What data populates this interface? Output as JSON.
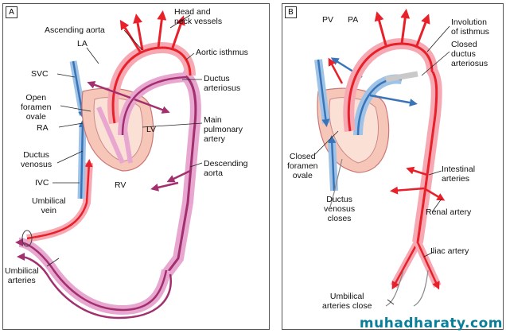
{
  "panel_a": {
    "letter": "A",
    "labels": {
      "head_neck": "Head and\nneck vessels",
      "ascending_aorta": "Ascending aorta",
      "la": "LA",
      "aortic_isthmus": "Aortic isthmus",
      "svc": "SVC",
      "ductus_arteriosus": "Ductus\narteriosus",
      "open_foramen_ovale": "Open\nforamen\novale",
      "main_pulmonary_artery": "Main\npulmonary\nartery",
      "ra": "RA",
      "lv": "LV",
      "ductus_venosus": "Ductus\nvenosus",
      "descending_aorta": "Descending\naorta",
      "ivc": "IVC",
      "rv": "RV",
      "umbilical_vein": "Umbilical\nvein",
      "umbilical_arteries": "Umbilical\narteries"
    }
  },
  "panel_b": {
    "letter": "B",
    "labels": {
      "pv": "PV",
      "pa": "PA",
      "involution_isthmus": "Involution\nof isthmus",
      "closed_ductus": "Closed\nductus\narteriosus",
      "closed_foramen": "Closed\nforamen\novale",
      "intestinal_arteries": "Intestinal\narteries",
      "ductus_venosus_closes": "Ductus\nvenosus\ncloses",
      "renal_artery": "Renal artery",
      "iliac_artery": "Iliac artery",
      "umbilical_arteries_close": "Umbilical\narteries close"
    }
  },
  "colors": {
    "artery_red": "#e8202a",
    "artery_pink": "#f7a9b3",
    "vein_blue": "#3a74b8",
    "vein_lightblue": "#9fc3e6",
    "mixed_purple": "#a2306e",
    "mixed_lilac": "#e8a7d0",
    "watermark": "#0a7f9a"
  },
  "watermark": "muhadharaty.com"
}
